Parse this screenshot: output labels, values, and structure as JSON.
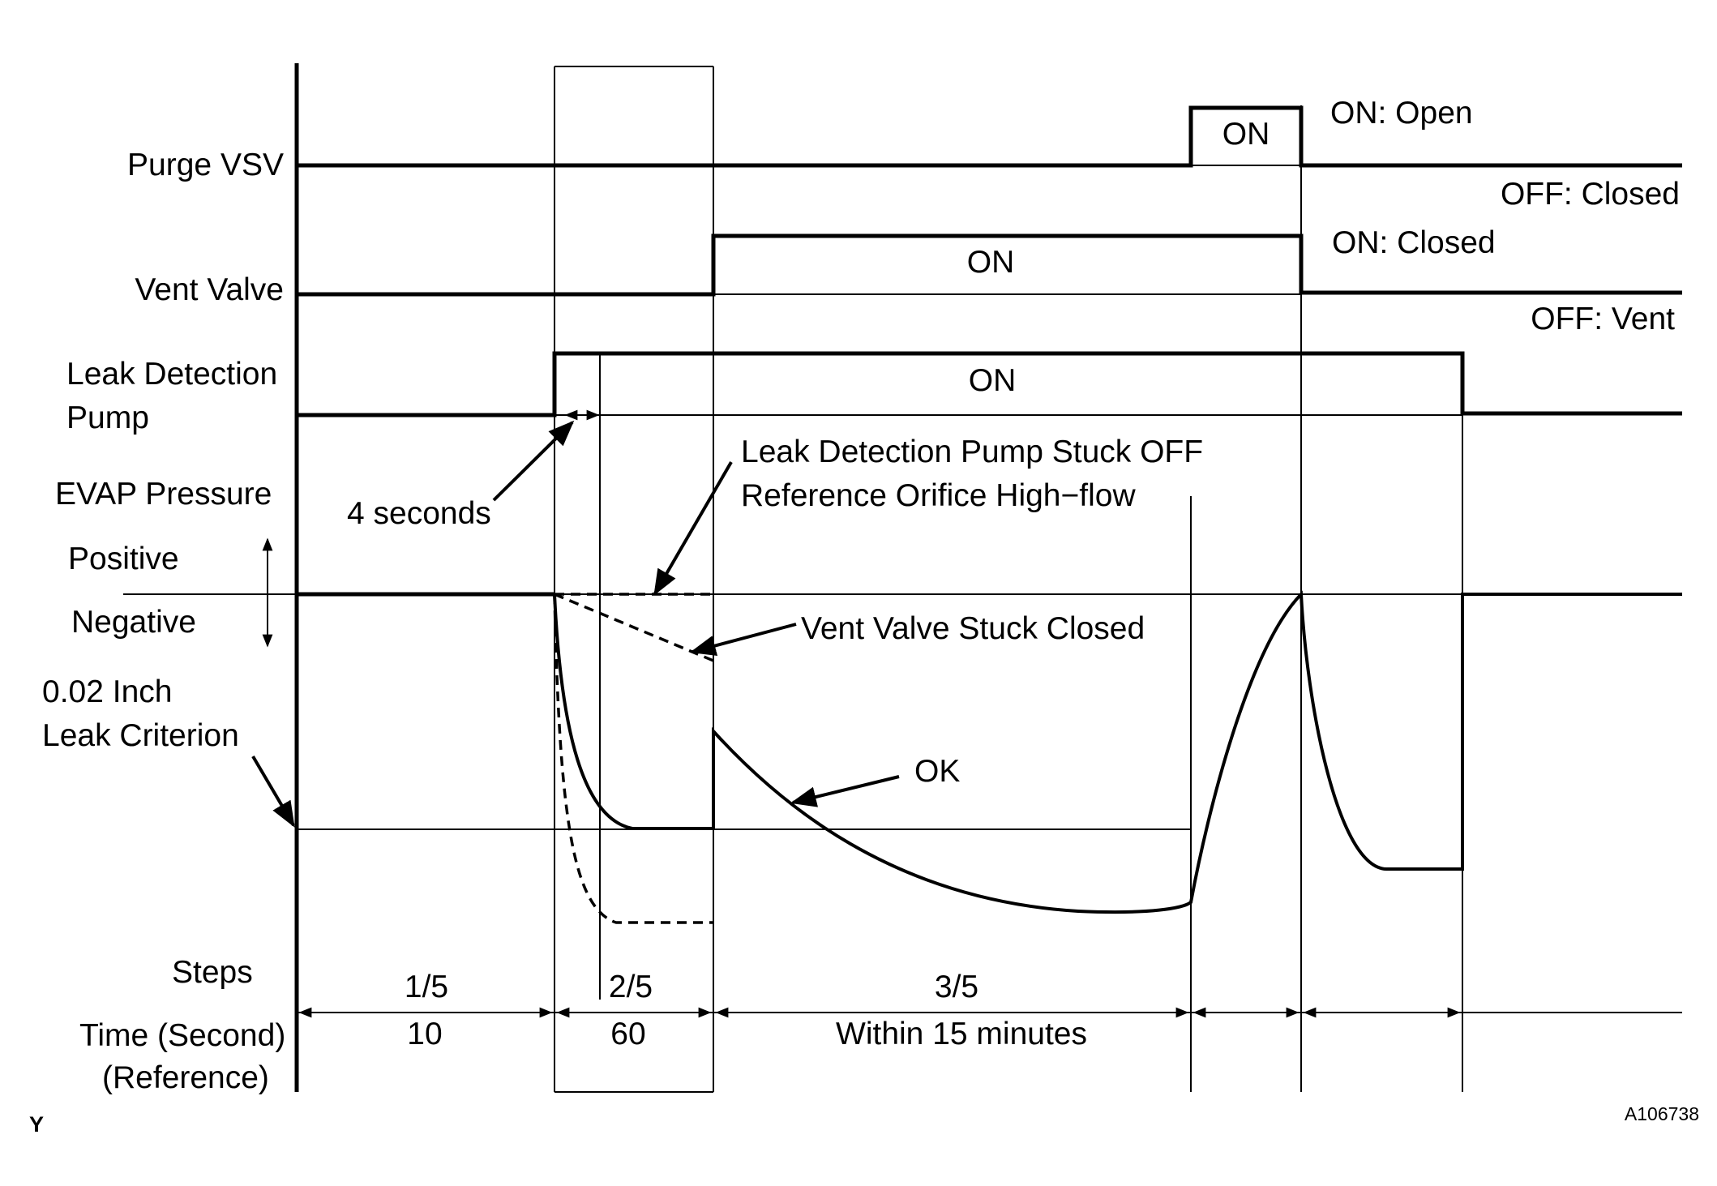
{
  "labels": {
    "purge_vsv": "Purge VSV",
    "vent_valve": "Vent Valve",
    "leak_pump_line1": "Leak Detection",
    "leak_pump_line2": "Pump",
    "evap_pressure": "EVAP Pressure",
    "positive": "Positive",
    "negative": "Negative",
    "criterion_line1": "0.02 Inch",
    "criterion_line2": "Leak Criterion",
    "steps": "Steps",
    "time_line1": "Time (Second)",
    "time_line2": "(Reference)"
  },
  "states": {
    "purge_on": "ON",
    "purge_on_meaning": "ON: Open",
    "purge_off_meaning": "OFF: Closed",
    "vent_on": "ON",
    "vent_on_meaning": "ON: Closed",
    "vent_off_meaning": "OFF: Vent",
    "pump_on": "ON"
  },
  "annotations": {
    "four_seconds": "4 seconds",
    "stuck_off_line1": "Leak Detection Pump Stuck OFF",
    "stuck_off_line2": "Reference Orifice High−flow",
    "vent_stuck_closed": "Vent Valve Stuck Closed",
    "ok": "OK"
  },
  "steps": [
    "1/5",
    "2/5",
    "3/5"
  ],
  "times": [
    "10",
    "60",
    "Within 15 minutes"
  ],
  "footer": {
    "left_mark": "Y",
    "figure_code": "A106738"
  }
}
